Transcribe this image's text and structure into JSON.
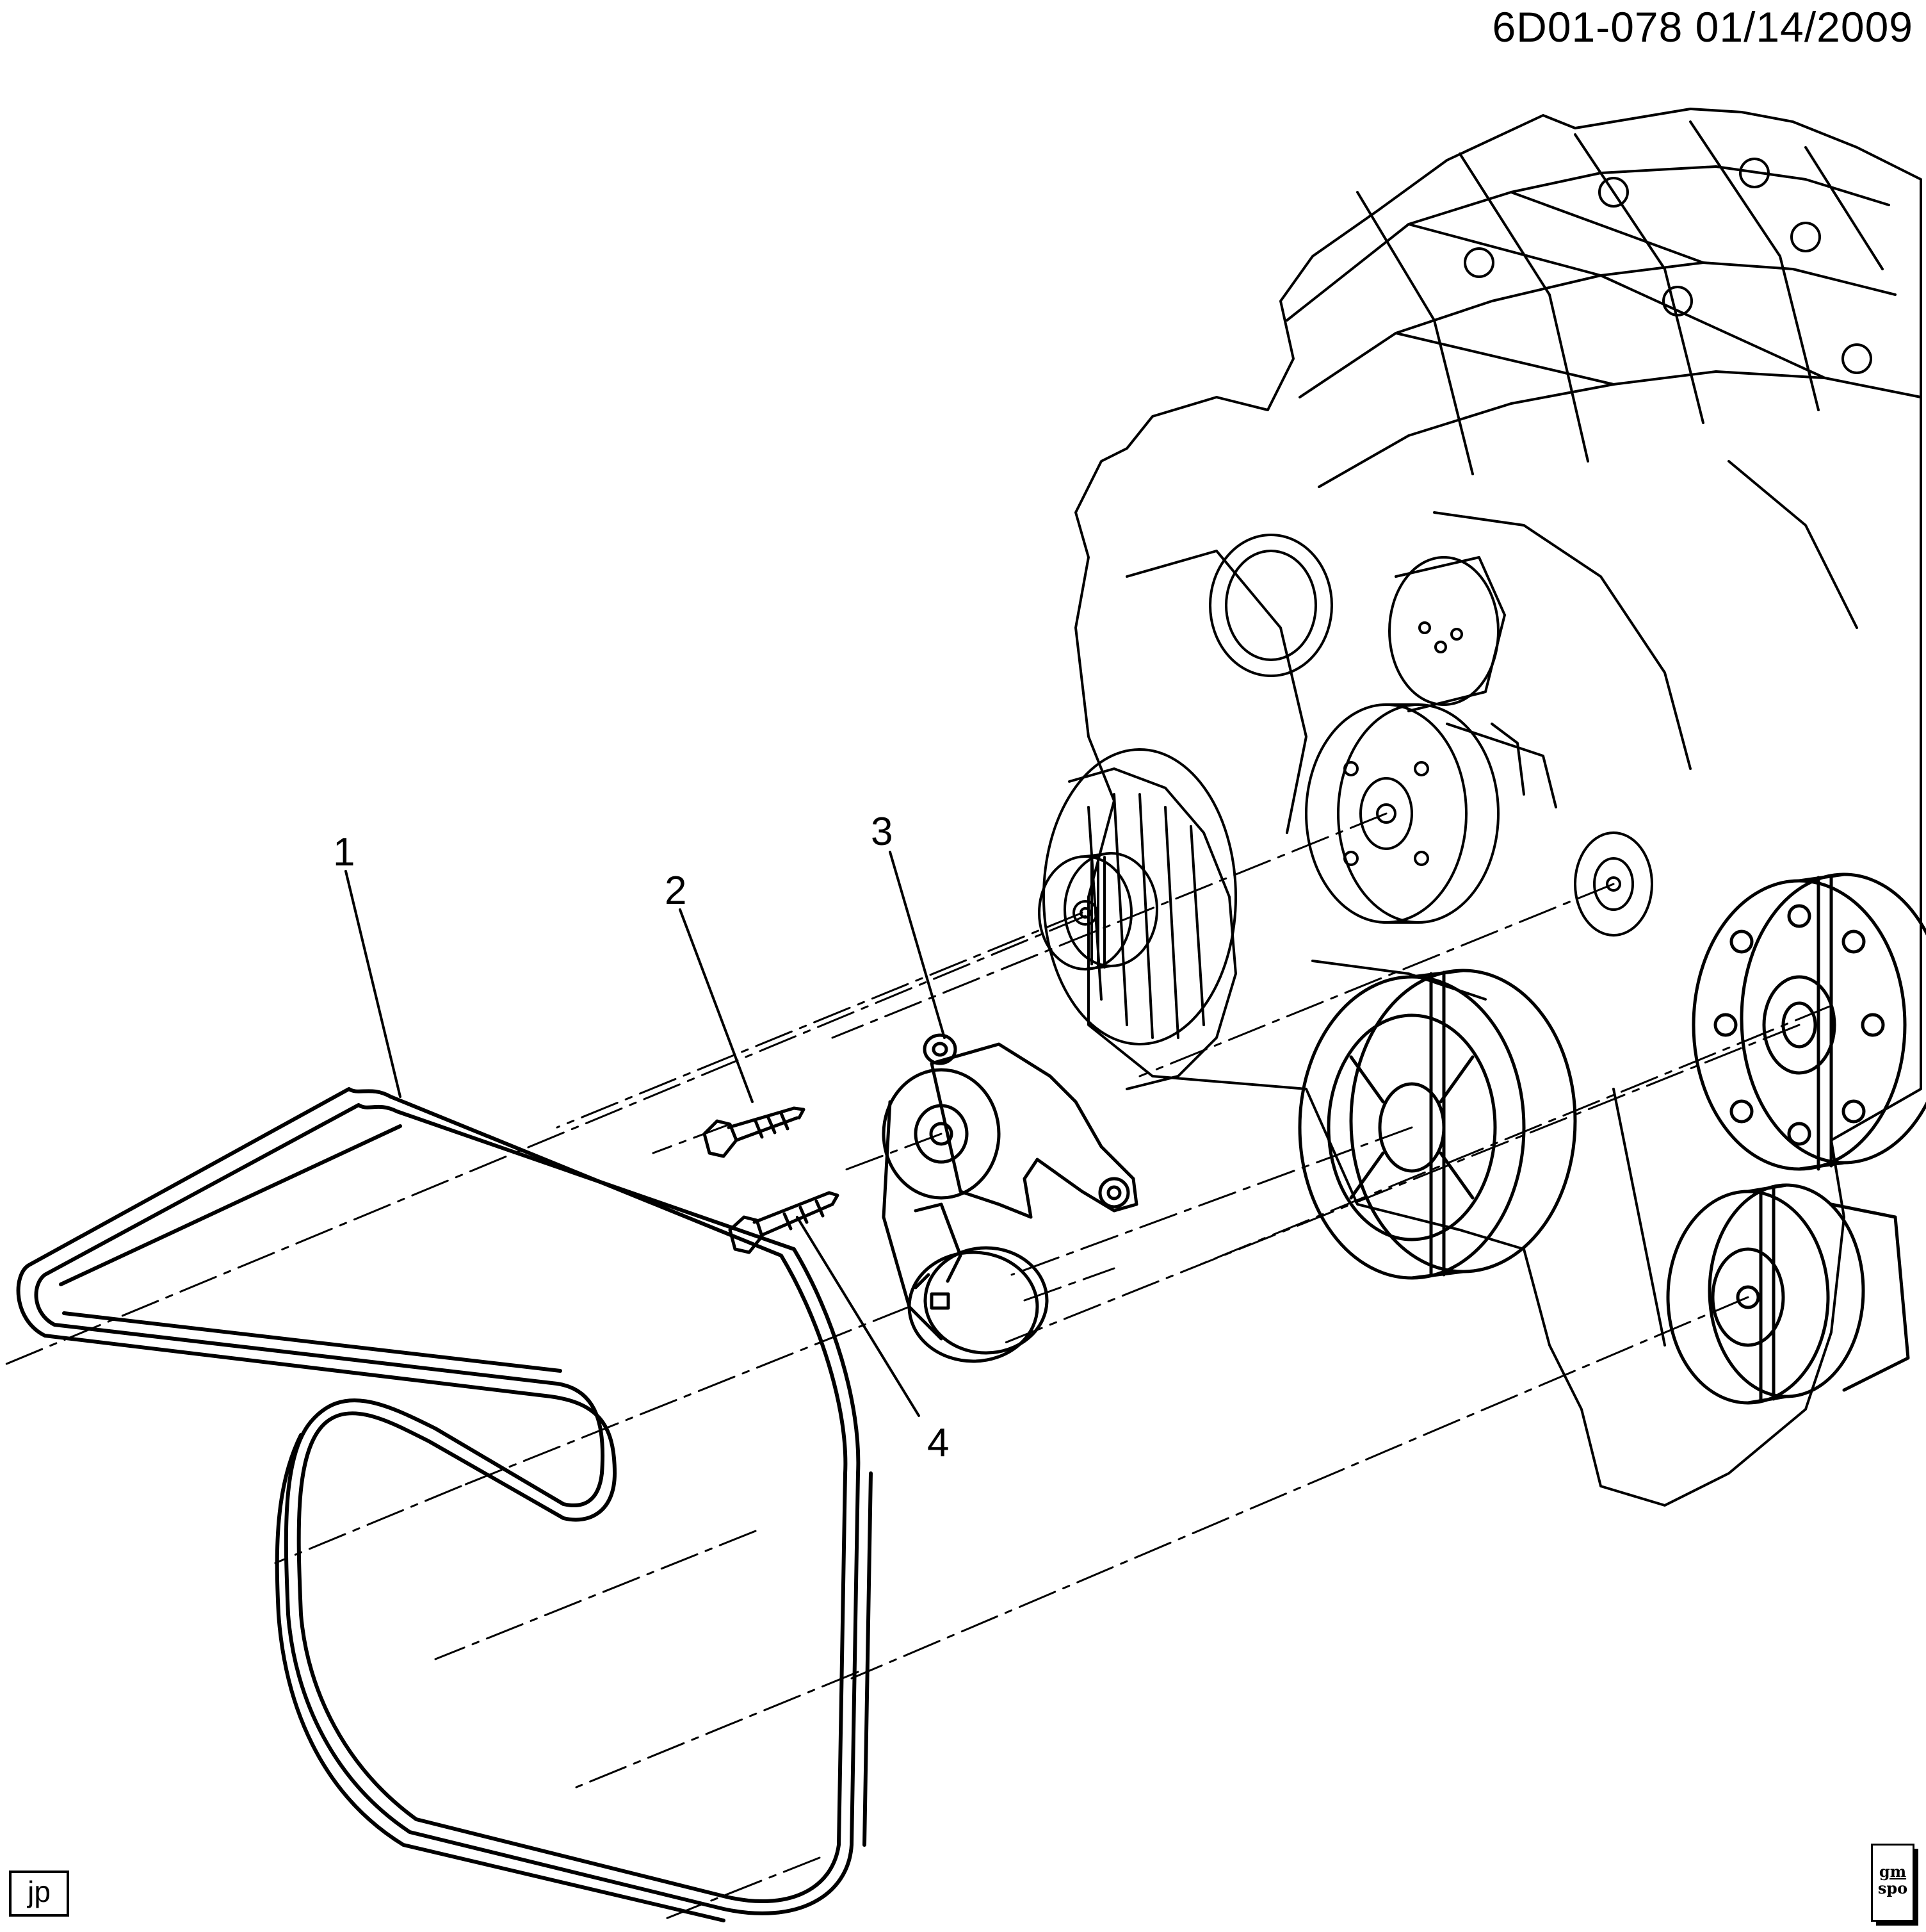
{
  "header": {
    "doc_id": "6D01-078  01/14/2009"
  },
  "callouts": [
    {
      "number": "1",
      "part": "drive-belt"
    },
    {
      "number": "2",
      "part": "bolt-upper"
    },
    {
      "number": "3",
      "part": "belt-tensioner"
    },
    {
      "number": "4",
      "part": "bolt-lower"
    }
  ],
  "footer": {
    "author_initials": "jp",
    "badge_line1": "gm",
    "badge_line2": "spo"
  },
  "colors": {
    "ink": "#000000",
    "paper": "#ffffff"
  }
}
